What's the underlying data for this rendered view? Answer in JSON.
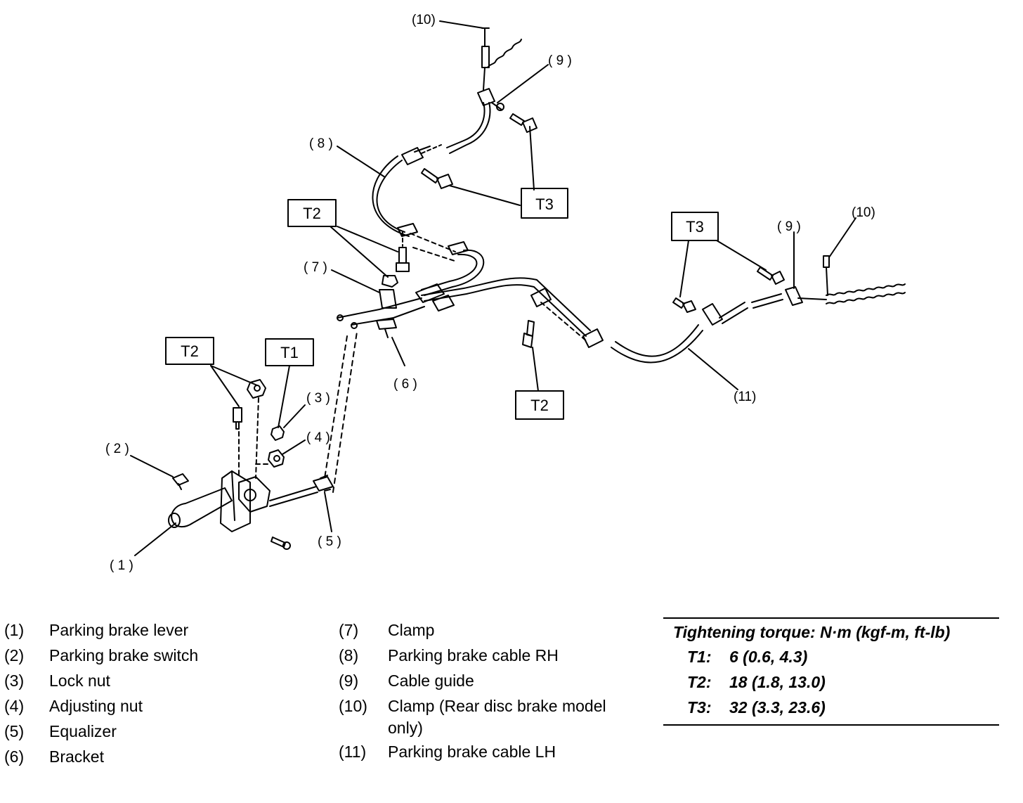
{
  "callouts": {
    "c1": "( 1 )",
    "c2": "( 2 )",
    "c3": "( 3 )",
    "c4": "( 4 )",
    "c5": "( 5 )",
    "c6": "( 6 )",
    "c7": "( 7 )",
    "c8": "( 8 )",
    "c9a": "( 9 )",
    "c9b": "( 9 )",
    "c10a": "(10)",
    "c10b": "(10)",
    "c11": "(11)"
  },
  "torque_boxes": {
    "t1": "T1",
    "t2": "T2",
    "t3": "T3"
  },
  "legend_left": [
    {
      "num": "(1)",
      "name": "Parking brake lever"
    },
    {
      "num": "(2)",
      "name": "Parking brake switch"
    },
    {
      "num": "(3)",
      "name": "Lock nut"
    },
    {
      "num": "(4)",
      "name": "Adjusting nut"
    },
    {
      "num": "(5)",
      "name": "Equalizer"
    },
    {
      "num": "(6)",
      "name": "Bracket"
    }
  ],
  "legend_mid": [
    {
      "num": "(7)",
      "name": "Clamp"
    },
    {
      "num": "(8)",
      "name": "Parking brake cable RH"
    },
    {
      "num": "(9)",
      "name": "Cable guide"
    },
    {
      "num": "(10)",
      "name": "Clamp (Rear disc brake model only)"
    },
    {
      "num": "(11)",
      "name": "Parking brake cable LH"
    }
  ],
  "torque": {
    "title": "Tightening torque: N·m (kgf-m, ft-lb)",
    "rows": [
      {
        "key": "T1:",
        "value": "6 (0.6, 4.3)"
      },
      {
        "key": "T2:",
        "value": "18 (1.8, 13.0)"
      },
      {
        "key": "T3:",
        "value": "32 (3.3, 23.6)"
      }
    ]
  }
}
